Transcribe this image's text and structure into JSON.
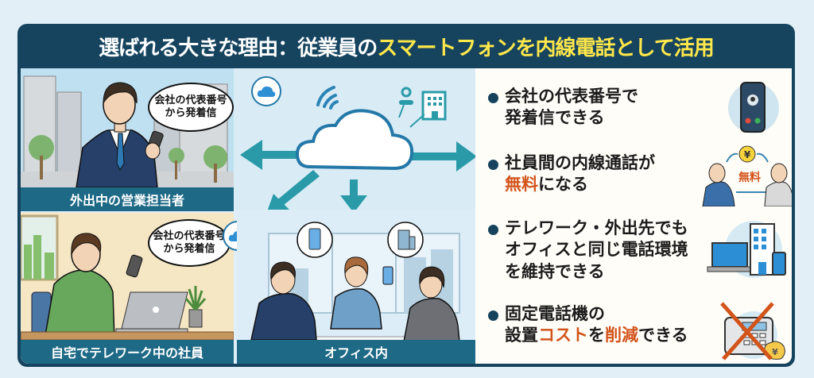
{
  "title": {
    "prefix": "選ばれる大きな理由：従業員の",
    "highlight": "スマートフォンを内線電話として活用"
  },
  "panels": {
    "sales": {
      "caption": "外出中の営業担当者",
      "bubble_line1": "会社の代表番号",
      "bubble_line2": "から発着信"
    },
    "home": {
      "caption": "自宅でテレワーク中の社員",
      "bubble_line1": "会社の代表番号",
      "bubble_line2": "から発着信"
    },
    "office": {
      "caption": "オフィス内"
    }
  },
  "benefits": [
    {
      "lines": [
        "会社の代表番号で",
        "発着信できる"
      ],
      "icon": "smartphone-call-icon"
    },
    {
      "line1": "社員間の内線通話が",
      "line2_accent": "無料",
      "line2_rest": "になる",
      "icon": "free-call-icon",
      "icon_label": "無料",
      "yen": "¥"
    },
    {
      "lines": [
        "テレワーク・外出先でも",
        "オフィスと同じ電話環境",
        "を維持できる"
      ],
      "icon": "laptop-building-icon"
    },
    {
      "line1": "固定電話機の",
      "line2_a": "設置",
      "line2_accent1": "コスト",
      "line2_b": "を",
      "line2_accent2": "削減",
      "line2_c": "できる",
      "icon": "no-landline-icon",
      "yen": "¥"
    }
  ],
  "colors": {
    "frame": "#16445f",
    "title_highlight": "#ffe84a",
    "caption_bg": "#1e6a86",
    "accent": "#d2541b",
    "arrow": "#2a9aa8"
  }
}
